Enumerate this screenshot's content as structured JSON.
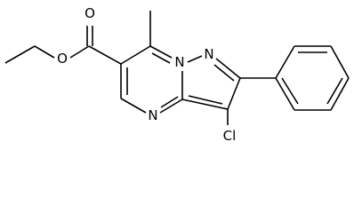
{
  "structure": {
    "atom_labels": {
      "carbonyl_oxygen": "O",
      "ester_oxygen": "O",
      "pyrazole_nitrogen": "N",
      "bridgehead_nitrogen": "N",
      "pyrimidine_nitrogen": "N",
      "chlorine": "Cl"
    }
  },
  "colors": {
    "bond": "#000000",
    "label": "#000000",
    "background": "#ffffff"
  }
}
